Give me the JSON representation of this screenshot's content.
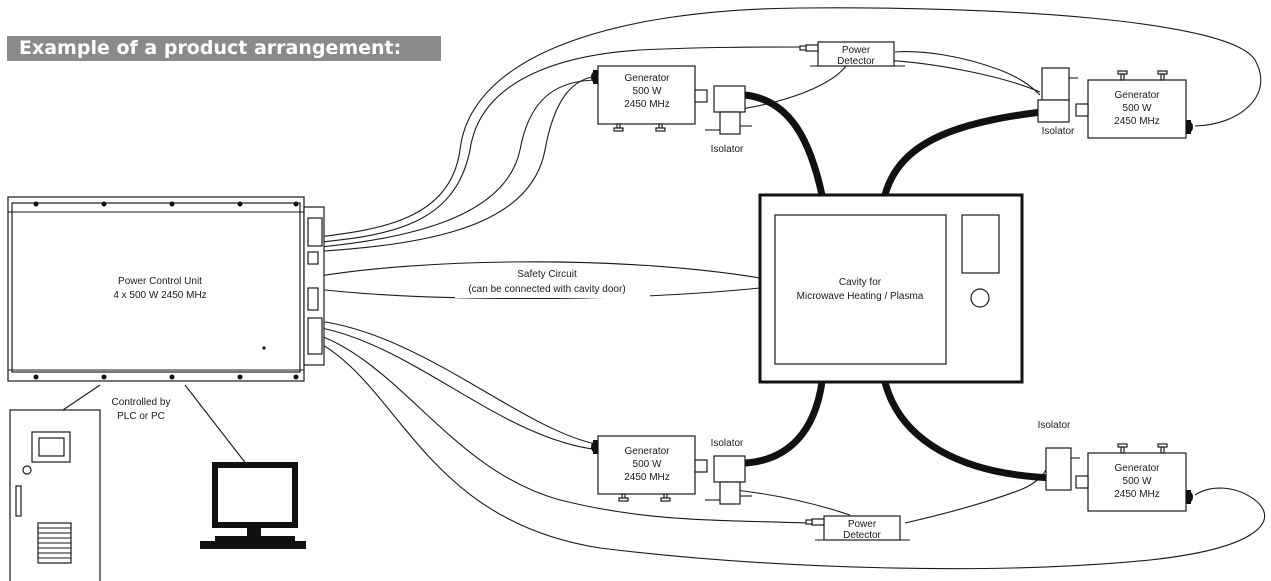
{
  "banner": {
    "title": "Example of a product arrangement:"
  },
  "pcu": {
    "line1": "Power Control Unit",
    "line2": "4 x 500 W 2450 MHz"
  },
  "controlled_by": {
    "line1": "Controlled by",
    "line2": "PLC or PC"
  },
  "safety": {
    "line1": "Safety Circuit",
    "line2": "(can be connected with cavity door)"
  },
  "cavity": {
    "line1": "Cavity for",
    "line2": "Microwave Heating / Plasma"
  },
  "generator": {
    "line1": "Generator",
    "line2": "500 W",
    "line3": "2450 MHz"
  },
  "isolator_label": "Isolator",
  "power_detector": {
    "line1": "Power",
    "line2": "Detector"
  }
}
